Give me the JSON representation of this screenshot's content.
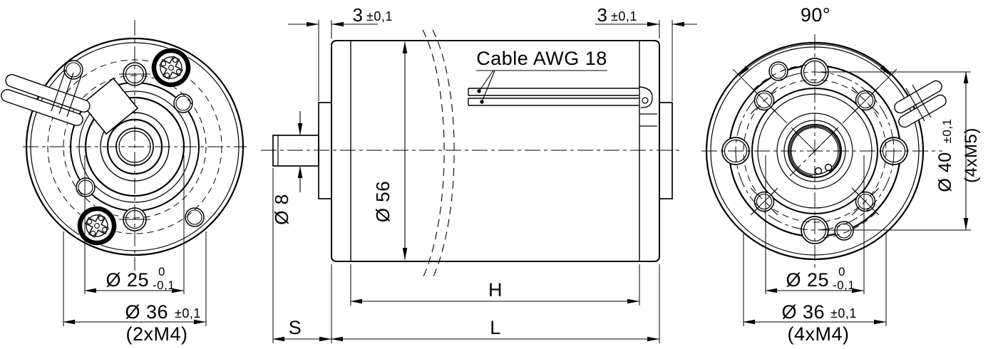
{
  "colors": {
    "ink": "#000000",
    "paper": "#ffffff"
  },
  "front_view": {
    "pilot_dia": {
      "label": "Ø 25",
      "tol_top": "0",
      "tol_bottom": "-0,1"
    },
    "bolt_circle_dia": {
      "label": "Ø 36",
      "tol": "±0,1"
    },
    "thread_note": "(2xM4)"
  },
  "side_view": {
    "front_boss_depth": {
      "label": "3",
      "tol": "±0,1"
    },
    "rear_boss_depth": {
      "label": "3",
      "tol": "±0,1"
    },
    "cable_label": "Cable AWG 18",
    "shaft_dia": "Ø 8",
    "body_dia": "Ø 56",
    "housing_length": "H",
    "total_length": "L",
    "shaft_length": "S"
  },
  "rear_view": {
    "hole_angle": "90°",
    "bolt_circle_dia_m5": {
      "label": "Ø 40",
      "tol": "±0,1"
    },
    "thread_note_m5": "(4xM5)",
    "pilot_dia": {
      "label": "Ø 25",
      "tol_top": "0",
      "tol_bottom": "-0,1"
    },
    "bolt_circle_dia_m4": {
      "label": "Ø 36",
      "tol": "±0,1"
    },
    "thread_note_m4": "(4xM4)"
  }
}
